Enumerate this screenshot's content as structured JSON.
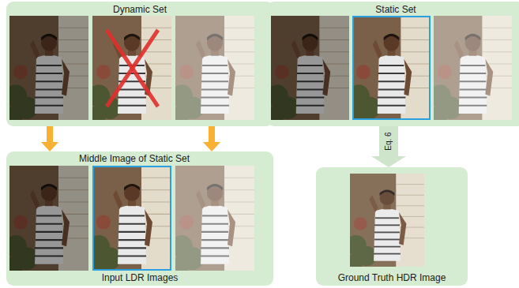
{
  "diagram": {
    "nodes": [
      {
        "text": [
          "Dynamic Set"
        ]
      },
      {
        "text": [
          "Static Set"
        ]
      },
      {
        "text": [
          "Input LDR Images"
        ]
      },
      {
        "text": [
          "Ground Truth HDR Image"
        ]
      }
    ],
    "edges": [
      {
        "from": 0,
        "to": 2,
        "arrow": "to"
      },
      {
        "from": 0,
        "to": 2,
        "arrow": "to"
      },
      {
        "from": 1,
        "to": 3,
        "arrow": "to",
        "label": "Eq. 6"
      }
    ],
    "labels": [
      "Middle Image of Static Set"
    ]
  }
}
